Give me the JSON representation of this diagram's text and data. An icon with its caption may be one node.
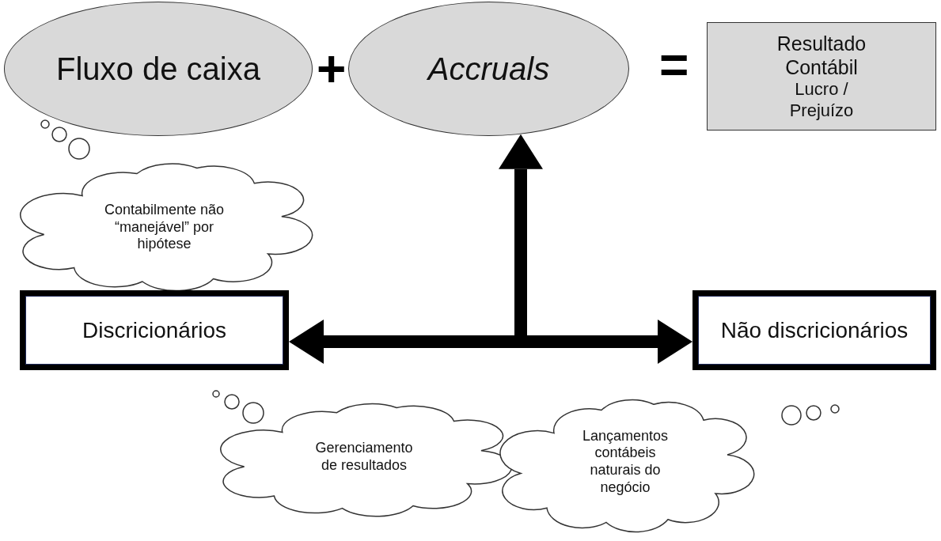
{
  "diagram": {
    "nodes": [
      {
        "text": [
          "Fluxo de caixa"
        ]
      },
      {
        "text": [
          "Accruals"
        ]
      },
      {
        "text": [
          "Resultado Contábil",
          "Lucro / Prejuízo"
        ]
      },
      {
        "text": [
          "Contabilmente não “manejável” por hipótese"
        ]
      },
      {
        "text": [
          "Discricionários"
        ]
      },
      {
        "text": [
          "Não discricionários"
        ]
      },
      {
        "text": [
          "Gerenciamento de resultados"
        ]
      },
      {
        "text": [
          "Lançamentos contábeis naturais do negócio"
        ]
      }
    ],
    "edges": [
      {
        "from": null,
        "to": 1,
        "arrow": "to"
      },
      {
        "from": null,
        "to": 4,
        "arrow": "to"
      },
      {
        "from": null,
        "to": 5,
        "arrow": "to"
      }
    ],
    "labels": [
      "+",
      "="
    ]
  }
}
